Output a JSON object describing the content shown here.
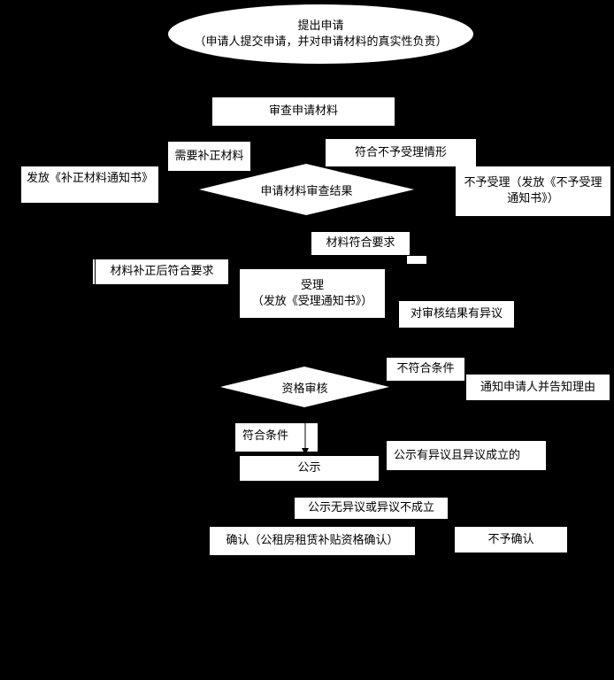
{
  "start": {
    "title": "提出申请",
    "subtitle": "（申请人提交申请，并对申请材料的真实性负责）"
  },
  "review_materials": "审查申请材料",
  "need_supplement": "需要补正材料",
  "reject_condition": "符合不予受理情形",
  "issue_supplement_notice": "发放《补正材料通知书》",
  "materials_decision": "申请材料审查结果",
  "reject": {
    "line1": "不予受理（发放《不予受理",
    "line2": "通知书》）"
  },
  "materials_ok": "材料符合要求",
  "supplemented_ok": "材料补正后符合要求",
  "accept": {
    "line1": "受理",
    "line2": "（发放《受理通知书》）"
  },
  "objection": "对审核结果有异议",
  "not_qualified": "不符合条件",
  "notify_reason": "通知申请人并告知理由",
  "qualification_review": "资格审核",
  "qualified": "符合条件",
  "publicity": "公示",
  "publicity_objection_valid": "公示有异议且异议成立的",
  "publicity_no_objection": "公示无异议或异议不成立",
  "confirm": "确认（公租房租赁补贴资格确认）",
  "not_confirm": "不予确认"
}
